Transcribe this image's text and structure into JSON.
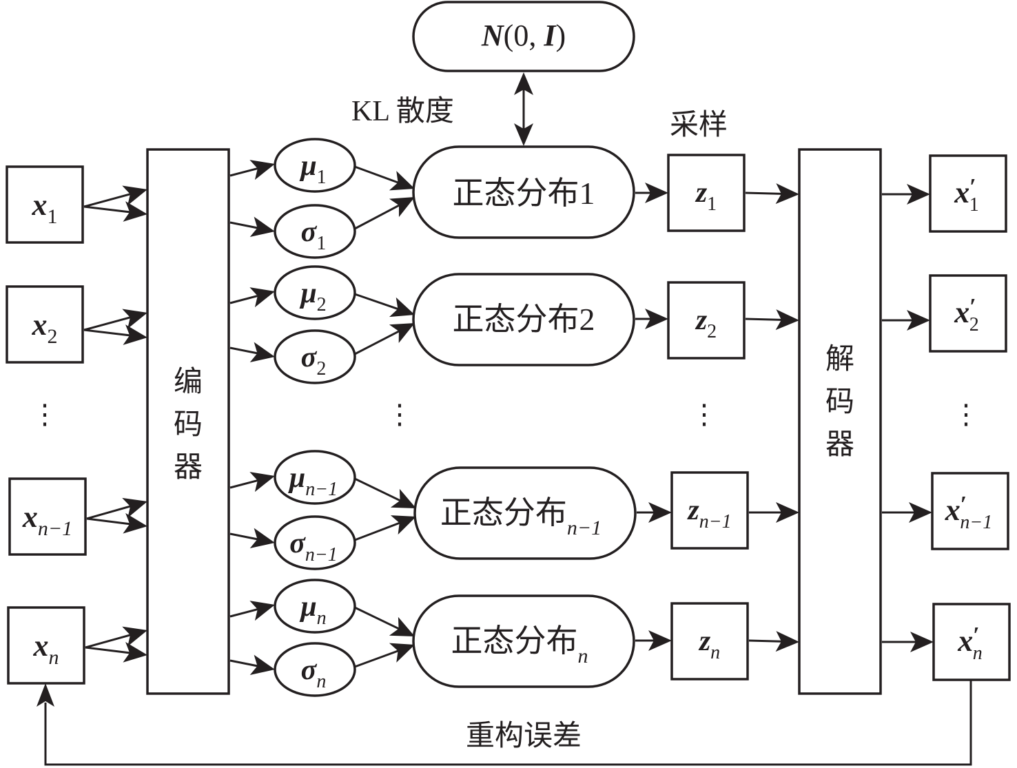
{
  "title": "VAE architecture diagram",
  "prior": {
    "symbol": "N",
    "args": "(0, ",
    "identity": "I",
    "close": ")"
  },
  "kl_label": "KL 散度",
  "sampling_label": "采样",
  "encoder_label": [
    "编",
    "码",
    "器"
  ],
  "decoder_label": [
    "解",
    "码",
    "器"
  ],
  "reconstruction_label": "重构误差",
  "ellipsis": "⋮",
  "distribution_prefix": "正态分布",
  "rows": [
    {
      "sub": "1",
      "dist_suffix": "1",
      "dist_sub": ""
    },
    {
      "sub": "2",
      "dist_suffix": "2",
      "dist_sub": ""
    },
    {
      "sub": "n−1",
      "dist_suffix": "",
      "dist_sub": "n−1"
    },
    {
      "sub": "n",
      "dist_suffix": "",
      "dist_sub": "n"
    }
  ],
  "symbols": {
    "input": "x",
    "mu": "μ",
    "sigma": "σ",
    "latent": "z",
    "output": "x",
    "prime": "′"
  }
}
